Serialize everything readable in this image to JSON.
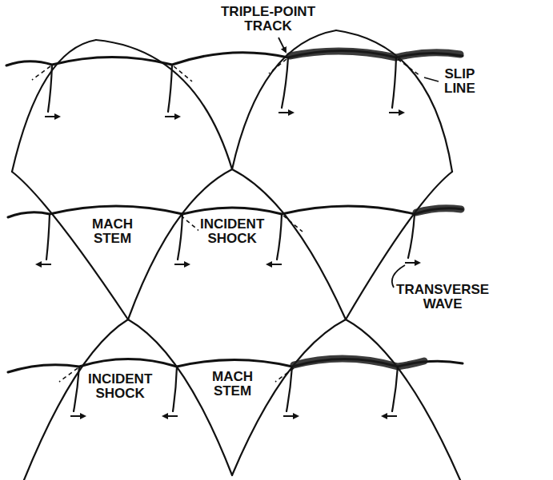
{
  "diagram": {
    "labels": [
      "TRIPLE-POINT TRACK",
      "SLIP LINE",
      "MACH STEM",
      "INCIDENT SHOCK",
      "TRANSVERSE WAVE",
      "INCIDENT SHOCK",
      "MACH STEM"
    ]
  }
}
